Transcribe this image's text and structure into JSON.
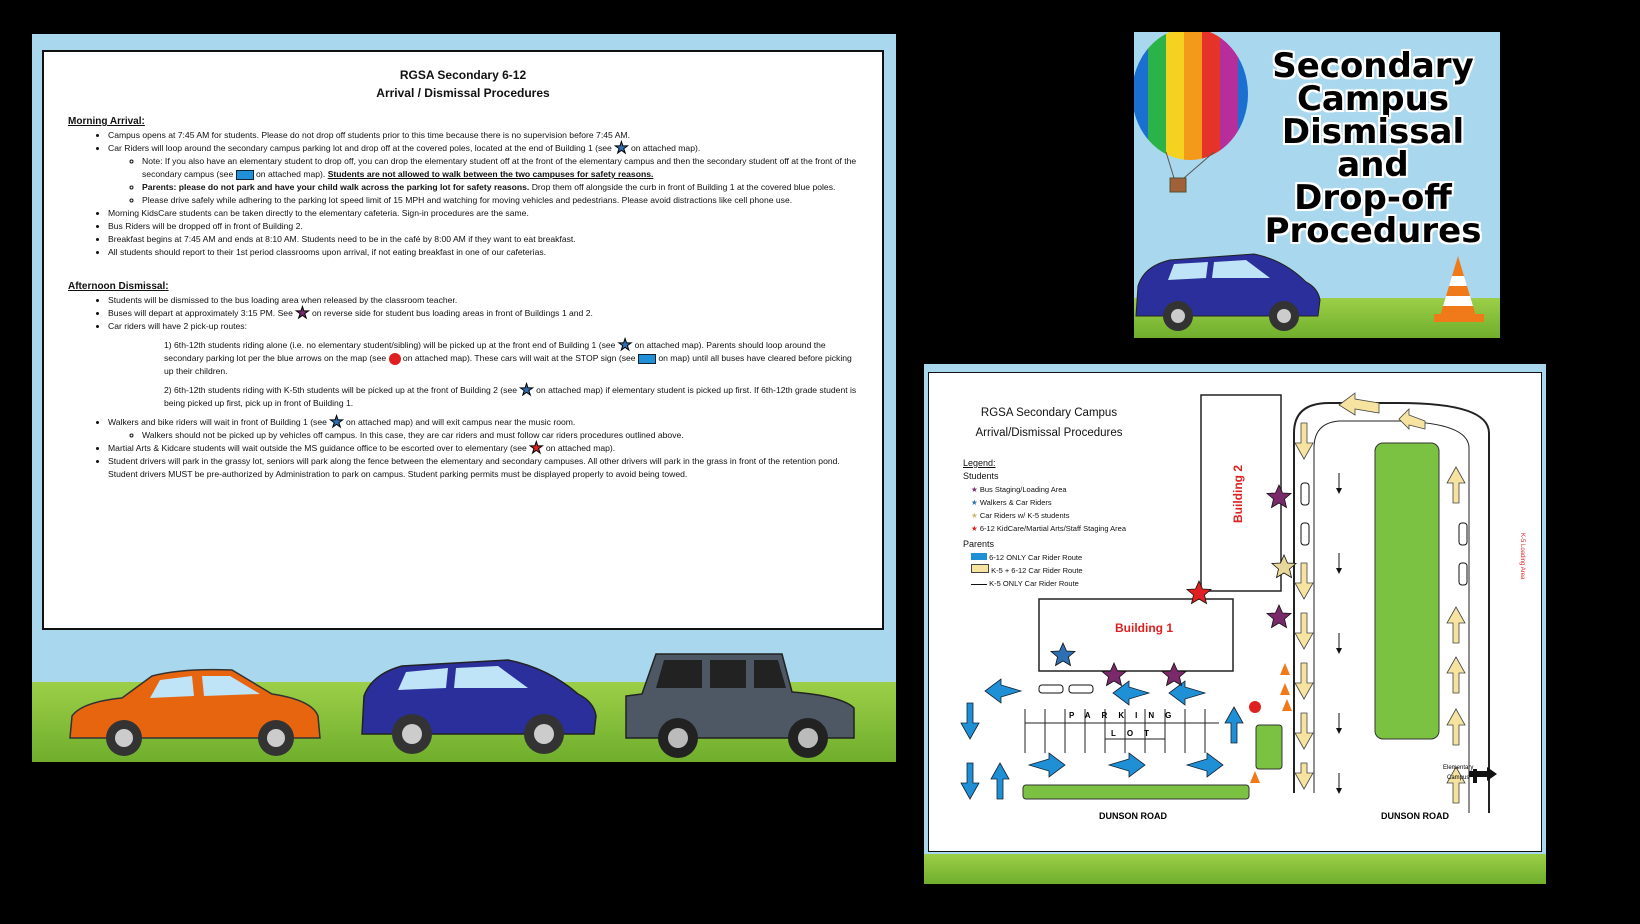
{
  "document": {
    "title_line1": "RGSA Secondary 6-12",
    "title_line2": "Arrival / Dismissal Procedures",
    "morning_heading": "Morning Arrival",
    "morning": {
      "b1": "Campus opens at 7:45 AM for students.  Please do not drop off students prior to this time because there is no supervision before 7:45 AM.",
      "b2a": "Car Riders will loop around the secondary campus parking lot and drop off at the covered poles, located at the end of Building 1 (see",
      "b2b": "on attached map).",
      "s1a": "Note:  If you also have an elementary student to drop off, you can drop the elementary student off at the front of the elementary campus and then the secondary student off at the front of the secondary campus (see",
      "s1b": "on attached map).",
      "s1c": "Students are not allowed to walk between the two campuses for safety reasons.",
      "s2a": "Parents:  please do not park and have your child walk across the parking lot for safety reasons.",
      "s2b": "Drop them off alongside the curb in front of Building 1 at the covered blue poles.",
      "s3": "Please drive safely while adhering to the parking lot speed limit of 15 MPH and watching for moving vehicles and pedestrians.  Please avoid distractions like cell phone use.",
      "b3": "Morning KidsCare students can be taken directly to the elementary cafeteria.  Sign-in procedures are the same.",
      "b4": "Bus Riders will be dropped off in front of Building 2.",
      "b5": "Breakfast begins at 7:45 AM and ends at 8:10 AM.  Students need to be in the café by 8:00 AM if they want to eat breakfast.",
      "b6": "All students should report to their 1st period classrooms upon arrival, if not eating breakfast in one of our cafeterias."
    },
    "afternoon_heading": "Afternoon Dismissal",
    "afternoon": {
      "b1": "Students will be dismissed to the bus loading area when released by the classroom teacher.",
      "b2a": "Buses will depart at approximately 3:15 PM.  See",
      "b2b": "on reverse side for student bus loading areas in front of Buildings 1 and 2.",
      "b3": "Car riders will have 2 pick-up routes:",
      "r1a": "1) 6th-12th students riding alone (i.e. no elementary student/sibling) will be picked up at the front end of Building 1 (see",
      "r1b": "on attached map).  Parents should loop around the secondary parking lot per the blue arrows on the map (see",
      "r1c": "on attached map).  These cars will wait at the STOP sign (see",
      "r1d": "on map) until all buses have cleared before picking up their children.",
      "r2a": "2) 6th-12th students riding with K-5th students will be picked up at the front of Building 2 (see",
      "r2b": "on attached map) if elementary student is picked up first.  If 6th-12th grade student is being picked up first, pick up in front of Building 1.",
      "b4a": "Walkers and bike riders will wait in front of Building 1 (see",
      "b4b": "on attached map) and will exit campus near the music room.",
      "s1": "Walkers should not be picked up by vehicles off campus.  In this case, they are car riders and must follow car riders procedures outlined above.",
      "b5a": "Martial Arts & Kidcare students will wait outside the MS guidance office to be escorted over to elementary (see",
      "b5b": "on attached map).",
      "b6": "Student drivers will park in the grassy lot, seniors will park along the fence between the elementary and secondary campuses.  All other drivers will park in the grass in front of the retention pond. Student drivers MUST be pre-authorized by Administration to park on campus.  Student parking permits must be displayed properly to avoid being towed."
    }
  },
  "title_card": {
    "line1": "Secondary",
    "line2": "Campus",
    "line3": "Dismissal",
    "line4": "and",
    "line5": "Drop-off",
    "line6": "Procedures"
  },
  "map": {
    "title_line1": "RGSA Secondary Campus",
    "title_line2": "Arrival/Dismissal Procedures",
    "legend_label": "Legend:",
    "students_label": "Students",
    "legend_students": [
      "Bus Staging/Loading Area",
      "Walkers & Car Riders",
      "Car Riders w/ K-5 students",
      "6-12 KidCare/Martial Arts/Staff Staging Area"
    ],
    "parents_label": "Parents",
    "legend_parents": [
      "6-12 ONLY Car Rider Route",
      "K-5 + 6-12 Car Rider Route",
      "K-5 ONLY Car Rider Route"
    ],
    "building1": "Building 1",
    "building2": "Building 2",
    "parking": [
      "P",
      "A",
      "R",
      "K",
      "I",
      "N",
      "G"
    ],
    "lot": [
      "L",
      "O",
      "T"
    ],
    "road_left": "DUNSON ROAD",
    "road_right": "DUNSON ROAD",
    "elementary_line1": "Elementary",
    "elementary_line2": "Campus",
    "loading_area": "K-5 Loading Area"
  },
  "colors": {
    "bus_star": "#7a2a6a",
    "walker_star": "#2e6fb3",
    "k5_star": "#e8d79a",
    "kidcare_star": "#e02020",
    "arrow_blue": "#1f8fd6",
    "arrow_yellow": "#f6e3a0",
    "building_red": "#e02020",
    "green_lot": "#7cc242"
  }
}
